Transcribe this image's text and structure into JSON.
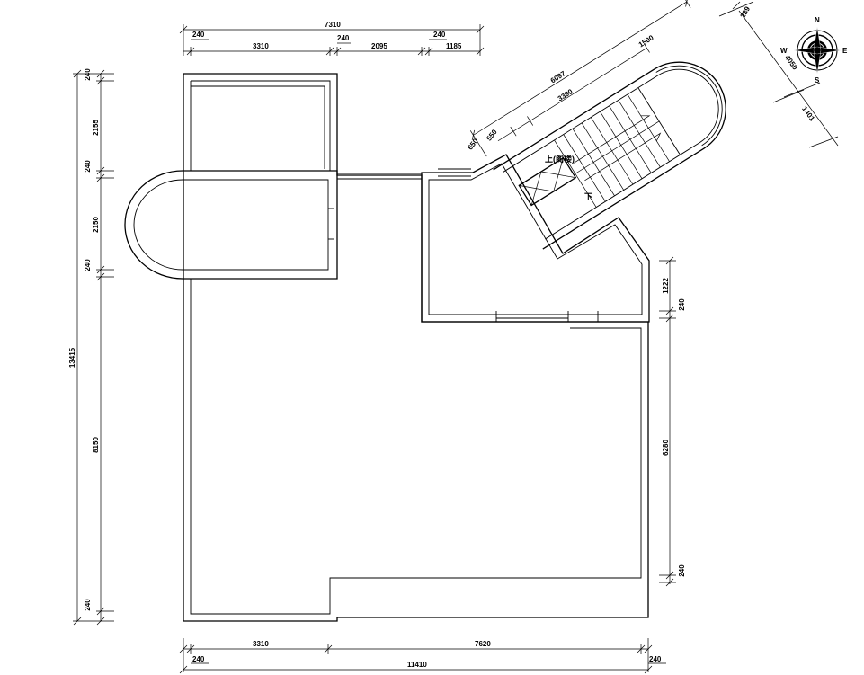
{
  "plan": {
    "labels": {
      "stair_up": "上(阁楼)",
      "stair_down": "下"
    },
    "dimensions": {
      "top_total": "7310",
      "top_wall_left": "240",
      "top_room_left": "3310",
      "top_wall_mid": "240",
      "top_room_mid": "2095",
      "top_wall_right": "240",
      "top_room_right": "1185",
      "left_total": "13415",
      "left_wall_top": "240",
      "left_seg_1": "2155",
      "left_wall_2": "240",
      "left_seg_2": "2150",
      "left_wall_3": "240",
      "left_seg_3": "8150",
      "left_wall_bottom": "240",
      "bottom_total": "11410",
      "bottom_wall_left": "240",
      "bottom_seg_1": "3310",
      "bottom_seg_2": "7620",
      "bottom_wall_right": "240",
      "right_seg_1": "1222",
      "right_wall_1": "240",
      "right_seg_2": "6280",
      "right_wall_2": "240",
      "stair_total": "6097",
      "stair_run": "3390",
      "stair_end": "1500",
      "stair_seg_a": "650",
      "stair_seg_b": "550",
      "compass_len": "4050",
      "compass_wall": "239",
      "compass_offset": "1401"
    },
    "compass": {
      "north": "N",
      "south": "S",
      "east": "E",
      "west": "W"
    }
  }
}
